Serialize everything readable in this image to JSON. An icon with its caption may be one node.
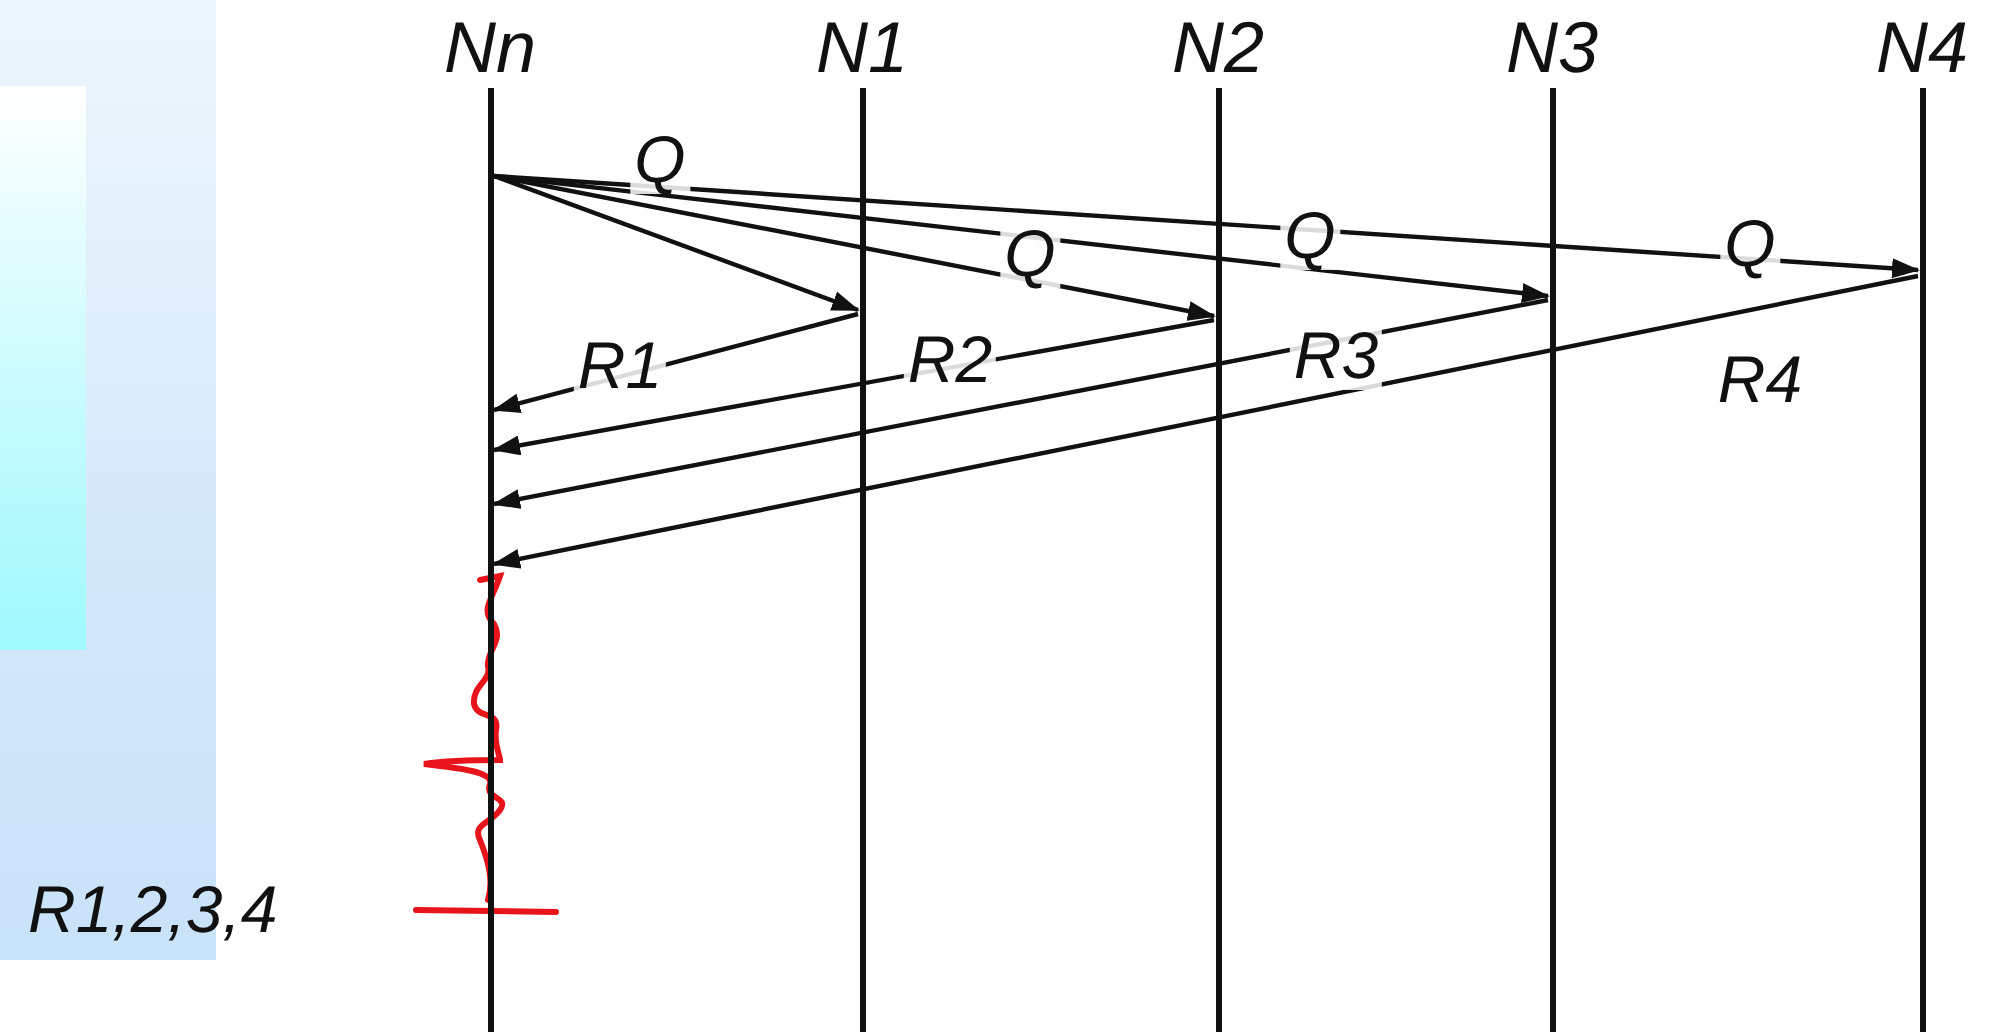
{
  "diagram": {
    "nodes": [
      {
        "text": [
          "Nn"
        ]
      },
      {
        "text": [
          "N1"
        ]
      },
      {
        "text": [
          "N2"
        ]
      },
      {
        "text": [
          "N3"
        ]
      },
      {
        "text": [
          "N4"
        ]
      }
    ],
    "edges": [
      {
        "from": 0,
        "to": 1,
        "arrow": "to",
        "label": "Q"
      },
      {
        "from": 0,
        "to": 2,
        "arrow": "to",
        "label": "Q"
      },
      {
        "from": 0,
        "to": 3,
        "arrow": "to",
        "label": "Q"
      },
      {
        "from": 0,
        "to": 4,
        "arrow": "to",
        "label": "Q"
      },
      {
        "from": 1,
        "to": 0,
        "arrow": "to",
        "label": "R1"
      },
      {
        "from": 2,
        "to": 0,
        "arrow": "to",
        "label": "R2"
      },
      {
        "from": 3,
        "to": 0,
        "arrow": "to",
        "label": "R3"
      },
      {
        "from": 4,
        "to": 0,
        "arrow": "to",
        "label": "R4"
      }
    ],
    "labels": [
      "R1,2,3,4"
    ]
  }
}
